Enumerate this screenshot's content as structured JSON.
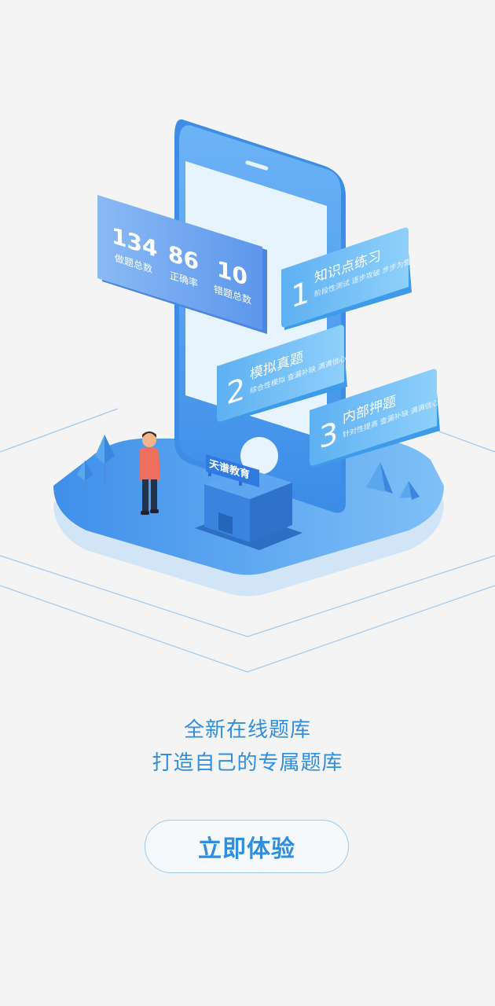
{
  "stats": {
    "done": {
      "value": "134",
      "label": "做题总数"
    },
    "accuracy": {
      "value": "86",
      "label": "正确率"
    },
    "wrong": {
      "value": "10",
      "label": "错题总数"
    }
  },
  "features": [
    {
      "num": "1",
      "title": "知识点练习",
      "desc": "阶段性测试 逐步攻破 步步为营"
    },
    {
      "num": "2",
      "title": "模拟真题",
      "desc": "综合性模拟 查漏补缺 满满信心"
    },
    {
      "num": "3",
      "title": "内部押题",
      "desc": "针对性提高 查漏补缺 满满信心"
    }
  ],
  "building_sign": "天谱教育",
  "tagline": {
    "line1": "全新在线题库",
    "line2": "打造自己的专属题库"
  },
  "cta_label": "立即体验",
  "colors": {
    "accent": "#2f8ee0",
    "card": "#6fb2f5",
    "background": "#f4f4f4"
  }
}
